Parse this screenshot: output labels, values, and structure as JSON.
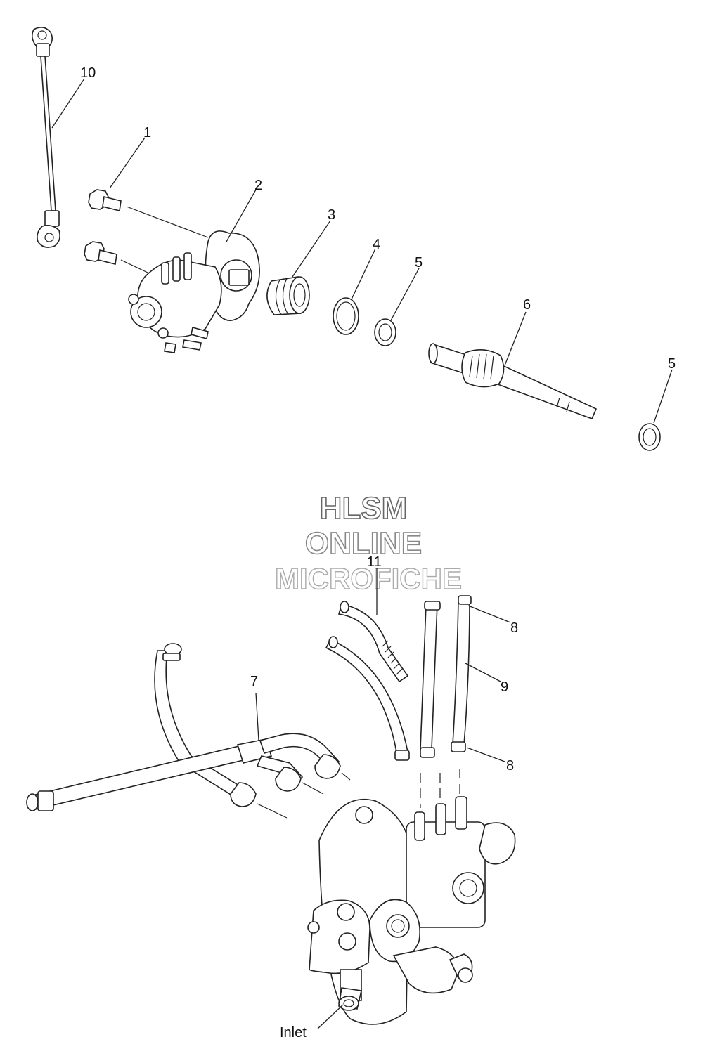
{
  "watermark": {
    "line1": "HLSM",
    "line2": "ONLINE",
    "line3": "MICROFICHE"
  },
  "callouts": [
    {
      "id": "1",
      "text": "1"
    },
    {
      "id": "2",
      "text": "2"
    },
    {
      "id": "3",
      "text": "3"
    },
    {
      "id": "4",
      "text": "4"
    },
    {
      "id": "5a",
      "text": "5"
    },
    {
      "id": "6",
      "text": "6"
    },
    {
      "id": "5b",
      "text": "5"
    },
    {
      "id": "10",
      "text": "10"
    },
    {
      "id": "11",
      "text": "11"
    },
    {
      "id": "8a",
      "text": "8"
    },
    {
      "id": "9",
      "text": "9"
    },
    {
      "id": "7",
      "text": "7"
    },
    {
      "id": "8b",
      "text": "8"
    },
    {
      "id": "inlet",
      "text": "Inlet"
    }
  ]
}
